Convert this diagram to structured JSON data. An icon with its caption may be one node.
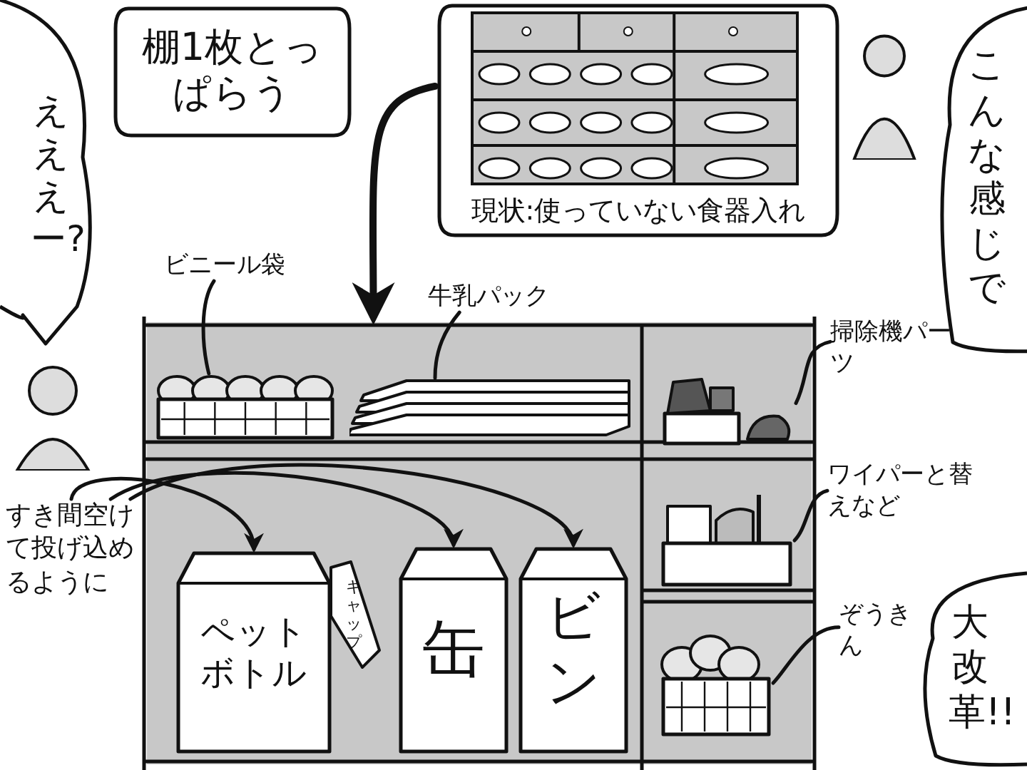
{
  "diagram": {
    "nodes": [
      {
        "text": [
          "えええー?"
        ]
      },
      {
        "text": [
          "棚1枚とっぱらう"
        ]
      },
      {
        "text": [
          "現状:使っていない食器入れ"
        ]
      },
      {
        "text": [],
        "shape": "picture",
        "in": 2
      },
      {
        "text": [
          "こんな感じで"
        ]
      },
      {
        "text": [],
        "shape": "picture"
      },
      {
        "text": [
          "ビニール袋"
        ]
      },
      {
        "text": [],
        "shape": "picture",
        "in": 5
      },
      {
        "text": [
          "牛乳パック"
        ]
      },
      {
        "text": [],
        "shape": "picture",
        "in": 5
      },
      {
        "text": [
          "掃除機パーツ"
        ]
      },
      {
        "text": [],
        "shape": "picture",
        "in": 5
      },
      {
        "text": [
          "ワイパーと替えなど"
        ]
      },
      {
        "text": [],
        "shape": "picture",
        "in": 5
      },
      {
        "text": [
          "ぞうきん"
        ]
      },
      {
        "text": [],
        "shape": "picture",
        "in": 5
      },
      {
        "text": [
          "すき間空けて投げ込めるように"
        ]
      },
      {
        "text": [
          "ペットボトル"
        ],
        "in": 5
      },
      {
        "text": [
          "キャップ"
        ],
        "in": 5
      },
      {
        "text": [
          "缶"
        ],
        "in": 5
      },
      {
        "text": [
          "ビン"
        ],
        "in": 5
      },
      {
        "text": [
          "大改革!!"
        ]
      }
    ],
    "edges": [
      {
        "from": 2,
        "to": 5,
        "arrow": "to",
        "style": "thick"
      },
      {
        "from": 6,
        "to": 7,
        "arrow": "none"
      },
      {
        "from": 8,
        "to": 9,
        "arrow": "none"
      },
      {
        "from": 10,
        "to": 11,
        "arrow": "none"
      },
      {
        "from": 12,
        "to": 13,
        "arrow": "none"
      },
      {
        "from": 14,
        "to": 15,
        "arrow": "none"
      },
      {
        "from": 16,
        "to": 17,
        "arrow": "to"
      },
      {
        "from": 16,
        "to": 19,
        "arrow": "to"
      },
      {
        "from": 16,
        "to": 20,
        "arrow": "to"
      }
    ]
  }
}
